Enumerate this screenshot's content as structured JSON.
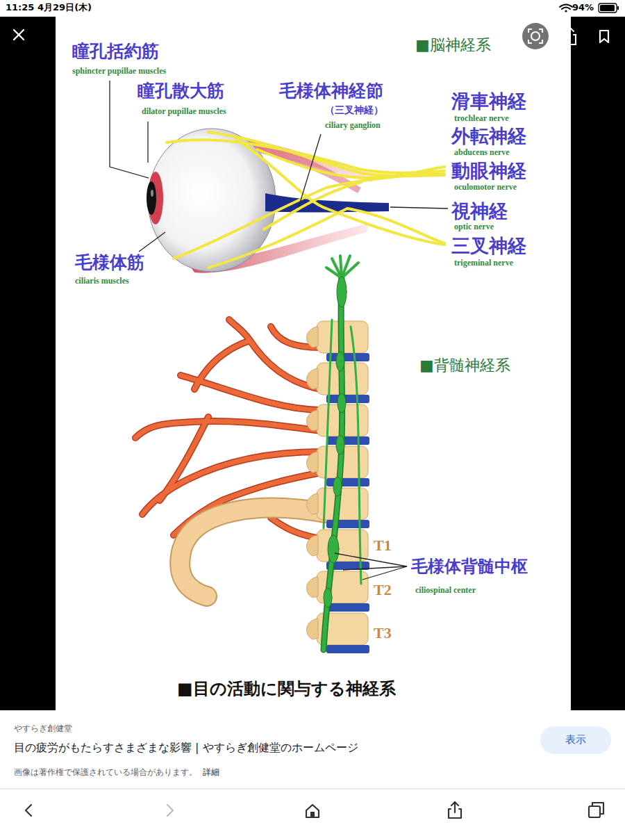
{
  "diagram": {
    "caption": "■目の活動に関与する神経系",
    "nodes": [
      {
        "text": [
          "表示"
        ]
      }
    ],
    "labels": [
      "11:25",
      "4月29日(木)",
      "94%",
      "瞳孔括約筋",
      "sphincter pupillae muscles",
      "瞳孔散大筋",
      "dilator pupillae muscles",
      "毛様体神経節",
      "（三叉神経）",
      "ciliary ganglion",
      "■脳神経系",
      "滑車神経",
      "trochlear nerve",
      "外転神経",
      "abducens nerve",
      "動眼神経",
      "oculomotor nerve",
      "視神経",
      "optic nerve",
      "三叉神経",
      "trigeminal nerve",
      "毛様体筋",
      "ciliaris muscles",
      "■背髄神経系",
      "T1",
      "T2",
      "T3",
      "毛様体背髄中枢",
      "ciliospinal center",
      "やすらぎ創健堂",
      "目の疲労がもたらすさまざまな影響 | やすらぎ創健堂のホームページ",
      "画像は著作権で保護されている場合があります。",
      "詳細"
    ]
  }
}
